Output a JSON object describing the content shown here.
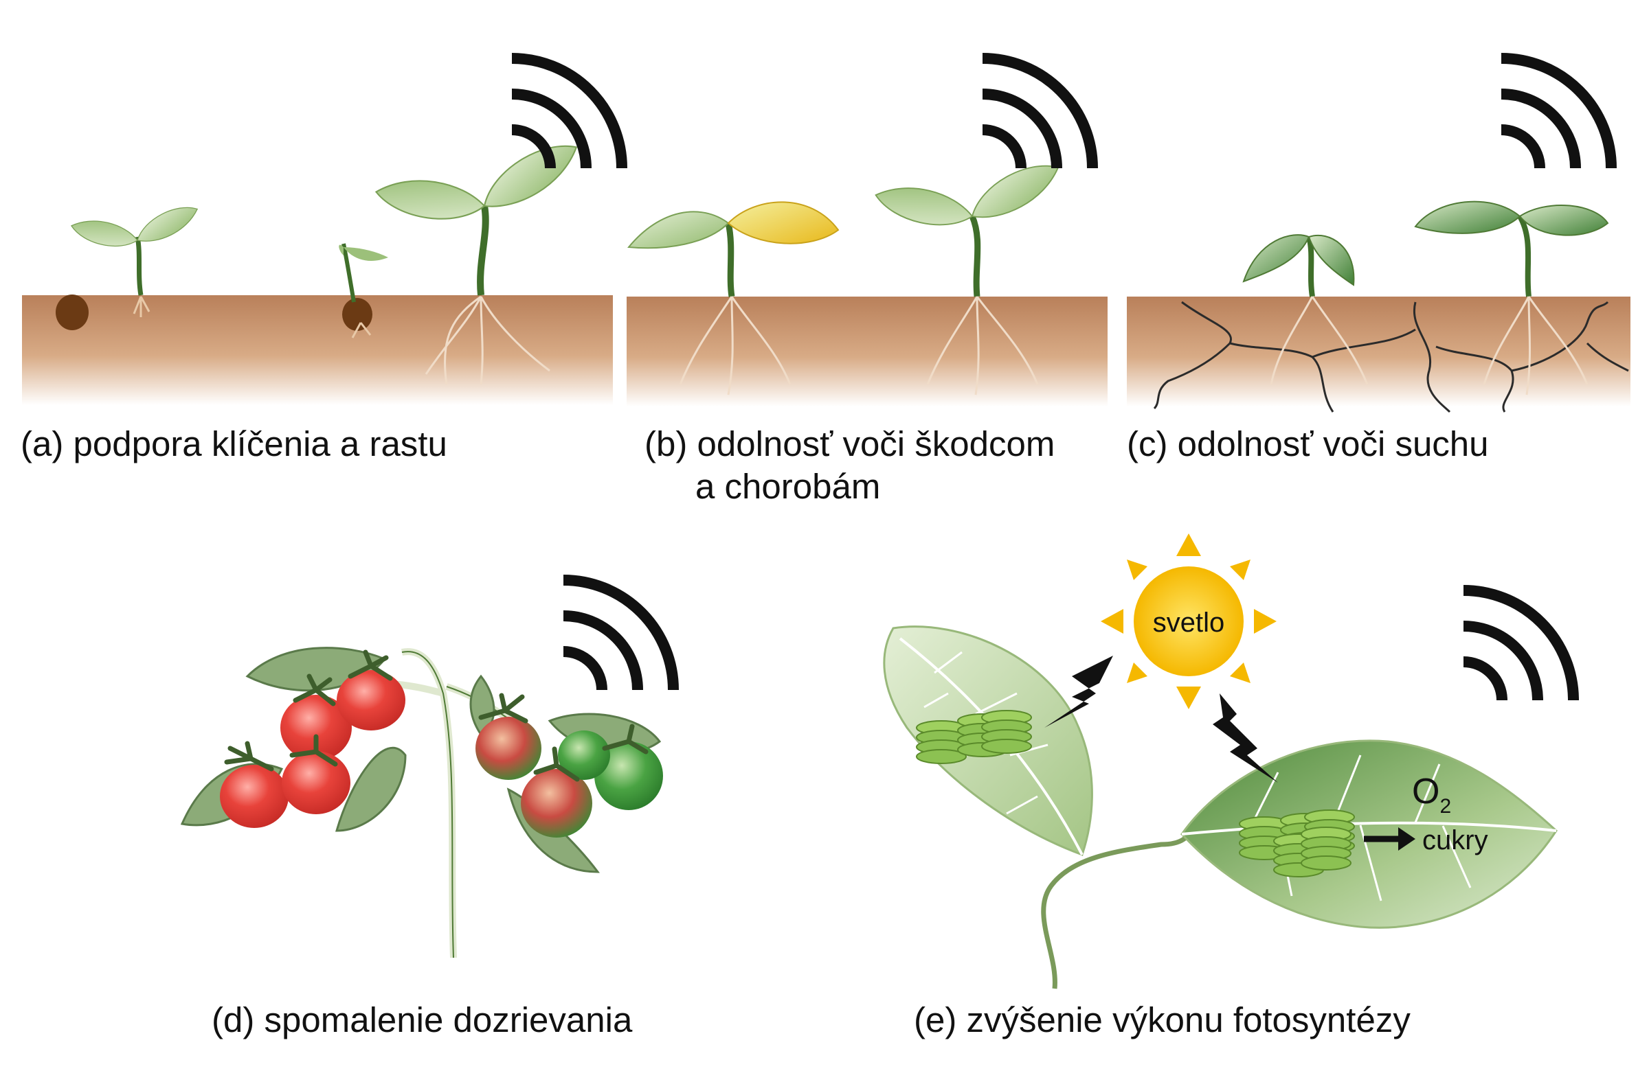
{
  "panels": {
    "a": {
      "caption": "(a) podpora klíčenia a rastu"
    },
    "b": {
      "caption_line1": "(b) odolnosť voči škodcom",
      "caption_line2": "a chorobám"
    },
    "c": {
      "caption": "(c) odolnosť voči suchu"
    },
    "d": {
      "caption": "(d) spomalenie dozrievania"
    },
    "e": {
      "caption": "(e) zvýšenie výkonu fotosyntézy",
      "sun_label": "svetlo",
      "o2_label": "O",
      "o2_subscript": "2",
      "sugar_label": "cukry"
    }
  },
  "colors": {
    "soil_top": "#b9805a",
    "soil_bottom": "#ffffff",
    "leaf_light": "#d6e6c2",
    "leaf_mid": "#9cc07a",
    "leaf_dark": "#4f8a3c",
    "stem": "#3f6e2a",
    "tomato_red": "#e03a35",
    "tomato_green": "#3c9a3a",
    "sun": "#f7c51a",
    "chloroplast": "#8cc152",
    "sound_waves": "#111111"
  },
  "icons": [
    "sound-wave-icon",
    "seed-icon",
    "seedling-icon",
    "sun-icon",
    "lightning-icon",
    "chloroplast-icon",
    "arrow-right-icon"
  ]
}
